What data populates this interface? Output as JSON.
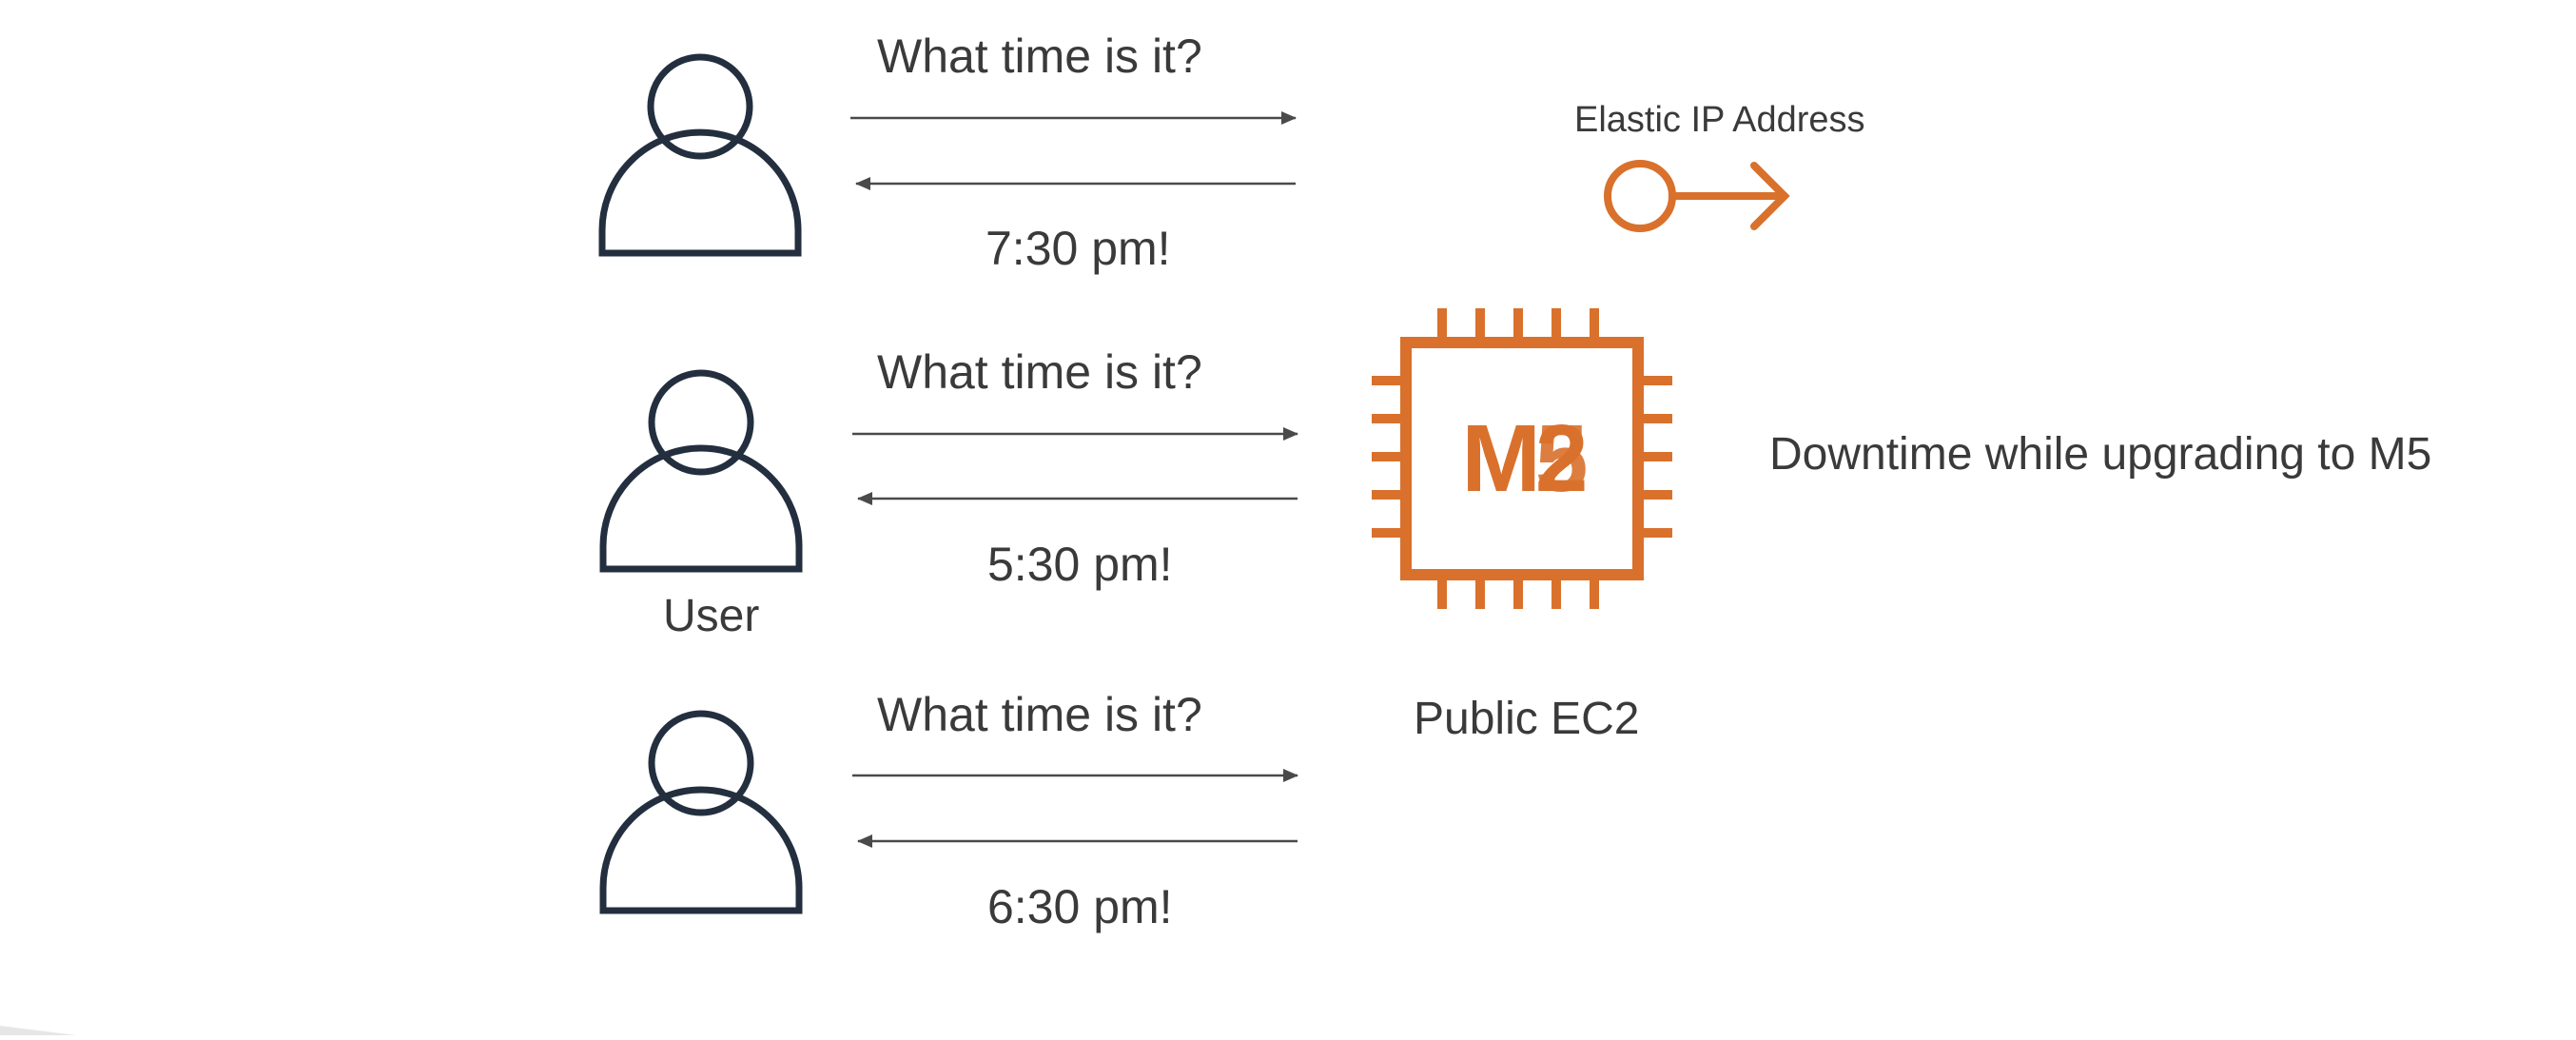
{
  "users": [
    {
      "question": "What time is it?",
      "answer": "7:30 pm!"
    },
    {
      "question": "What time is it?",
      "answer": "5:30 pm!",
      "label": "User"
    },
    {
      "question": "What time is it?",
      "answer": "6:30 pm!"
    }
  ],
  "elastic_ip": {
    "label": "Elastic IP Address"
  },
  "instance": {
    "old_type": "M2",
    "new_type": "M5",
    "label": "Public EC2"
  },
  "note": "Downtime while upgrading to M5",
  "colors": {
    "aws_orange": "#d9712c",
    "user_navy": "#232f3e",
    "arrow_gray": "#4a4a4a",
    "text": "#3a3a3a"
  },
  "icons": {
    "user": "user-icon",
    "elastic_ip": "elastic-ip-icon",
    "ec2": "ec2-chip-icon"
  }
}
